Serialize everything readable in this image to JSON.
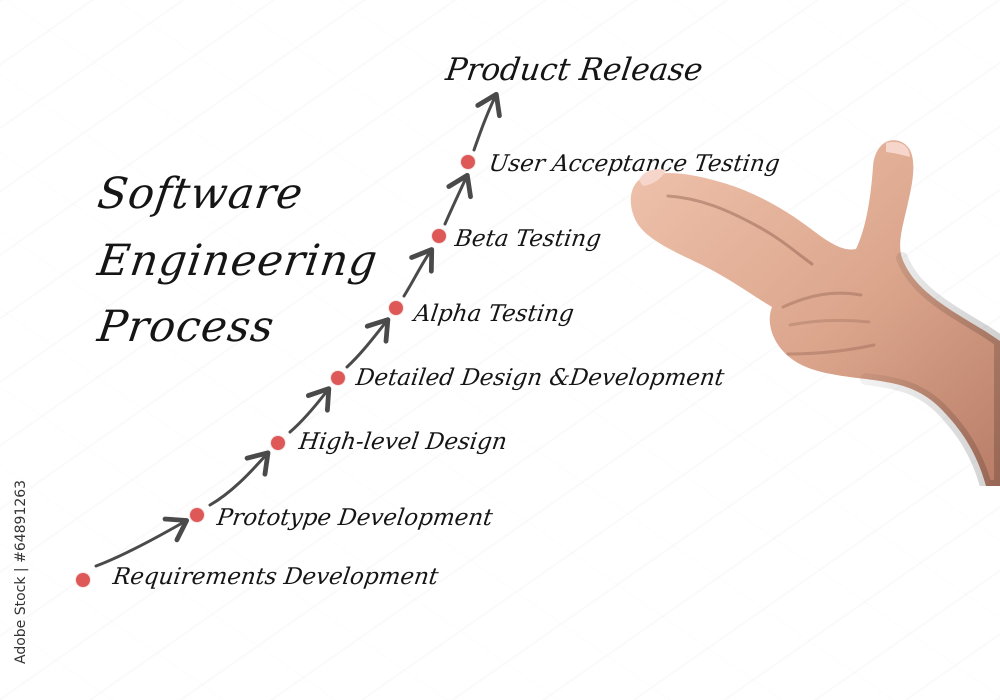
{
  "title": {
    "line1": "Software",
    "line2": "Engineering",
    "line3": "Process"
  },
  "top_label": "Product Release",
  "steps": [
    {
      "label": "Requirements Development"
    },
    {
      "label": "Prototype Development"
    },
    {
      "label": "High-level Design"
    },
    {
      "label": "Detailed Design &Development"
    },
    {
      "label": "Alpha Testing"
    },
    {
      "label": "Beta Testing"
    },
    {
      "label": "User Acceptance Testing"
    }
  ],
  "stock_id": "Adobe Stock | #64891263",
  "colors": {
    "dot": "#df5858",
    "arrow": "#4a4a4a",
    "text": "#151515",
    "skin": "#dba58c"
  },
  "icons": {
    "hand": "pointing-hand-icon"
  }
}
